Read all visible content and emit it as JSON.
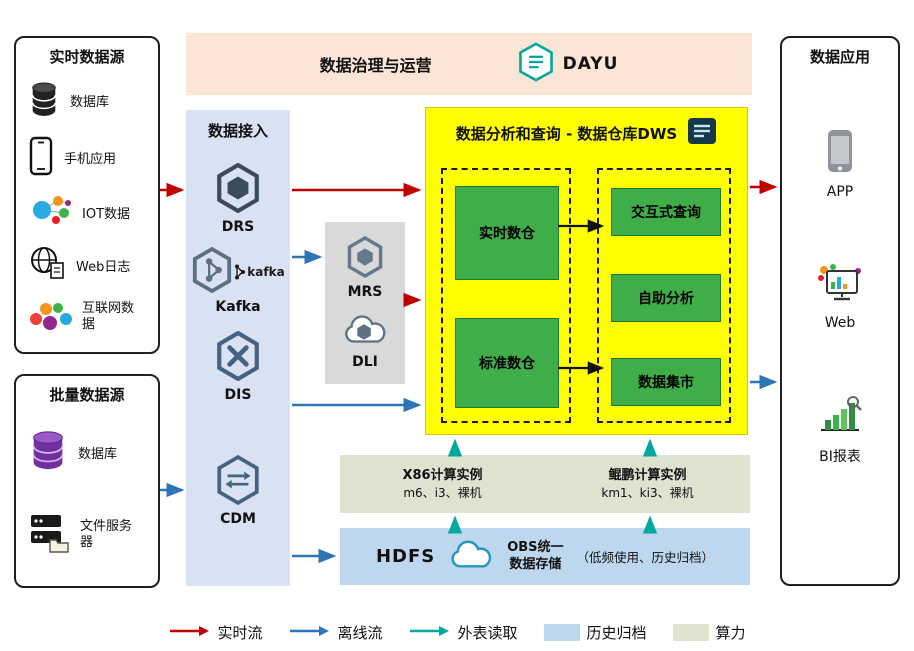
{
  "colors": {
    "realtime_flow": "#c00000",
    "offline_flow": "#2e75b6",
    "external_read": "#00a99d",
    "history_archive_bg": "#bdd7ee",
    "compute_bg": "#dde3cf",
    "dws_bg": "#ffff00",
    "green_module": "#3fae49",
    "governance_bg": "#fbe5d6",
    "access_bg": "#d9e2f3",
    "mrs_bg": "#d9d9d9"
  },
  "realtime_sources": {
    "title": "实时数据源",
    "items": [
      {
        "label": "数据库",
        "icon": "database-icon"
      },
      {
        "label": "手机应用",
        "icon": "phone-icon"
      },
      {
        "label": "IOT数据",
        "icon": "iot-icon"
      },
      {
        "label": "Web日志",
        "icon": "web-globe-icon"
      },
      {
        "label": "互联网数据",
        "icon": "internet-data-icon"
      }
    ]
  },
  "batch_sources": {
    "title": "批量数据源",
    "items": [
      {
        "label": "数据库",
        "icon": "purple-database-icon"
      },
      {
        "label": "文件服务器",
        "icon": "file-server-icon"
      }
    ]
  },
  "governance": {
    "title": "数据治理与运营",
    "product": "DAYU"
  },
  "data_access": {
    "title": "数据接入",
    "items": [
      "DRS",
      "Kafka",
      "DIS",
      "CDM"
    ],
    "kafka_wordmark": "kafka"
  },
  "mrs_dli": {
    "items": [
      "MRS",
      "DLI"
    ]
  },
  "dws": {
    "title": "数据分析和查询 - 数据仓库DWS",
    "left_modules": [
      "实时数仓",
      "标准数仓"
    ],
    "right_modules": [
      "交互式查询",
      "自助分析",
      "数据集市"
    ]
  },
  "compute": {
    "x86": {
      "title": "X86计算实例",
      "detail": "m6、i3、裸机"
    },
    "kunpeng": {
      "title": "鲲鹏计算实例",
      "detail": "km1、ki3、裸机"
    }
  },
  "storage": {
    "hdfs": "HDFS",
    "obs_line1": "OBS统一",
    "obs_line2": "数据存储",
    "note": "（低频使用、历史归档）"
  },
  "data_apps": {
    "title": "数据应用",
    "items": [
      {
        "label": "APP",
        "icon": "app-phone-icon"
      },
      {
        "label": "Web",
        "icon": "web-monitor-icon"
      },
      {
        "label": "BI报表",
        "icon": "bi-chart-icon"
      }
    ]
  },
  "legend": {
    "realtime": "实时流",
    "offline": "离线流",
    "external": "外表读取",
    "archive": "历史归档",
    "compute": "算力"
  },
  "icons": {
    "database-icon": "black database cylinder",
    "phone-icon": "mobile phone outline",
    "iot-icon": "colorful internet-of-things logo",
    "web-globe-icon": "globe with log page",
    "internet-data-icon": "colorful internet data cluster",
    "purple-database-icon": "purple database stack",
    "file-server-icon": "server rack with folder",
    "drs-hex-icon": "hexagon service icon",
    "kafka-hex-icon": "hexagon kafka icon",
    "dis-hex-icon": "hexagon with X",
    "cdm-hex-icon": "hexagon with exchange arrows",
    "mrs-hex-icon": "hexagon service icon",
    "dli-cloud-icon": "cloud with hexagon",
    "dayu-hex-icon": "teal hexagon document",
    "dws-doc-icon": "dark document list icon",
    "obs-cloud-icon": "teal cloud",
    "app-phone-icon": "gray smartphone",
    "web-monitor-icon": "monitor with colorful chart",
    "bi-chart-icon": "green bar chart with magnifier"
  }
}
